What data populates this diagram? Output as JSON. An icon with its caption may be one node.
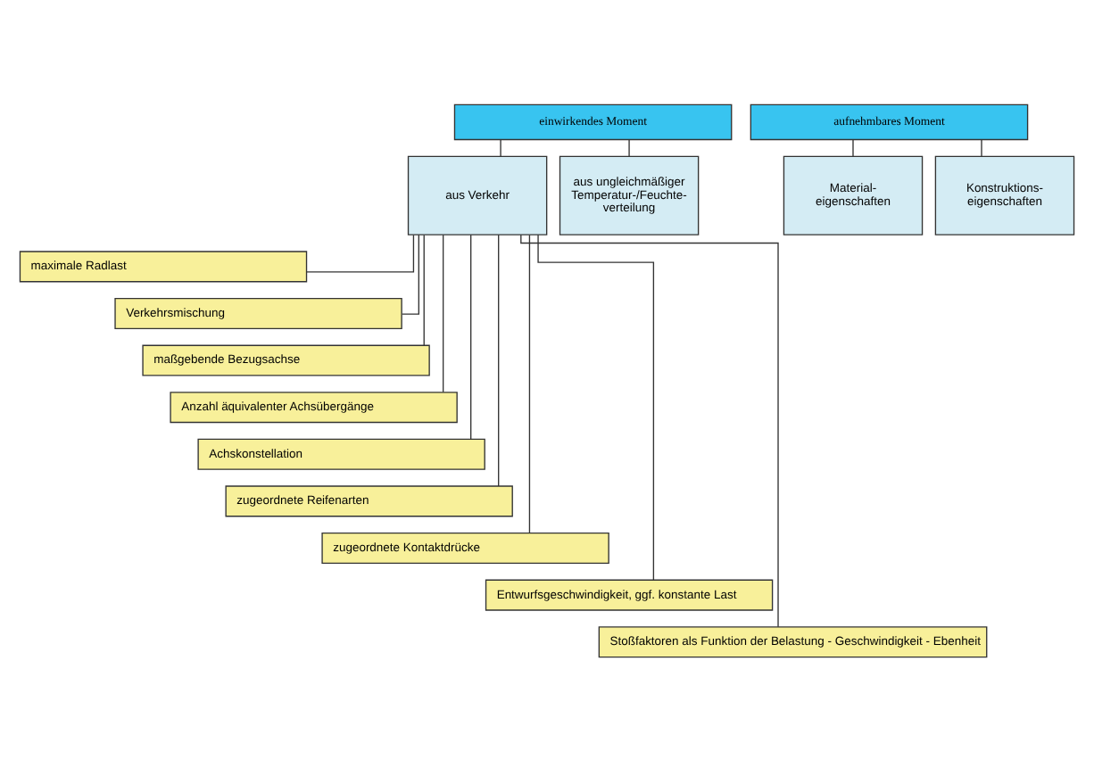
{
  "diagram": {
    "nodes": [
      {
        "text": [
          "einwirkendes Moment"
        ]
      },
      {
        "text": [
          "aus Verkehr"
        ]
      },
      {
        "text": [
          "aus ungleichmäßiger Temperatur-/Feuchte- verteilung"
        ]
      },
      {
        "text": [
          "aufnehmbares Moment"
        ]
      },
      {
        "text": [
          "Material- eigenschaften"
        ]
      },
      {
        "text": [
          "Konstruktions- eigenschaften"
        ]
      },
      {
        "text": [
          "maximale Radlast"
        ]
      },
      {
        "text": [
          "Verkehrsmischung"
        ]
      },
      {
        "text": [
          "maßgebende Bezugsachse"
        ]
      },
      {
        "text": [
          "Anzahl äquivalenter Achsübergänge"
        ]
      },
      {
        "text": [
          "Achskonstellation"
        ]
      },
      {
        "text": [
          "zugeordnete Reifenarten"
        ]
      },
      {
        "text": [
          "zugeordnete Kontaktdrücke"
        ]
      },
      {
        "text": [
          "Entwurfsgeschwindigkeit, ggf. konstante Last"
        ]
      },
      {
        "text": [
          "Stoßfaktoren als Funktion der Belastung - Geschwindigkeit - Ebenheit"
        ]
      }
    ],
    "edges": [
      {
        "from": 0,
        "to": 1,
        "arrow": "none"
      },
      {
        "from": 0,
        "to": 2,
        "arrow": "none"
      },
      {
        "from": 3,
        "to": 4,
        "arrow": "none"
      },
      {
        "from": 3,
        "to": 5,
        "arrow": "none"
      },
      {
        "from": 1,
        "to": 6,
        "arrow": "none"
      },
      {
        "from": 1,
        "to": 7,
        "arrow": "none"
      },
      {
        "from": 1,
        "to": 8,
        "arrow": "none"
      },
      {
        "from": 1,
        "to": 9,
        "arrow": "none"
      },
      {
        "from": 1,
        "to": 10,
        "arrow": "none"
      },
      {
        "from": 1,
        "to": 11,
        "arrow": "none"
      },
      {
        "from": 1,
        "to": 12,
        "arrow": "none"
      },
      {
        "from": 1,
        "to": 13,
        "arrow": "none"
      },
      {
        "from": 1,
        "to": 14,
        "arrow": "none"
      }
    ]
  }
}
